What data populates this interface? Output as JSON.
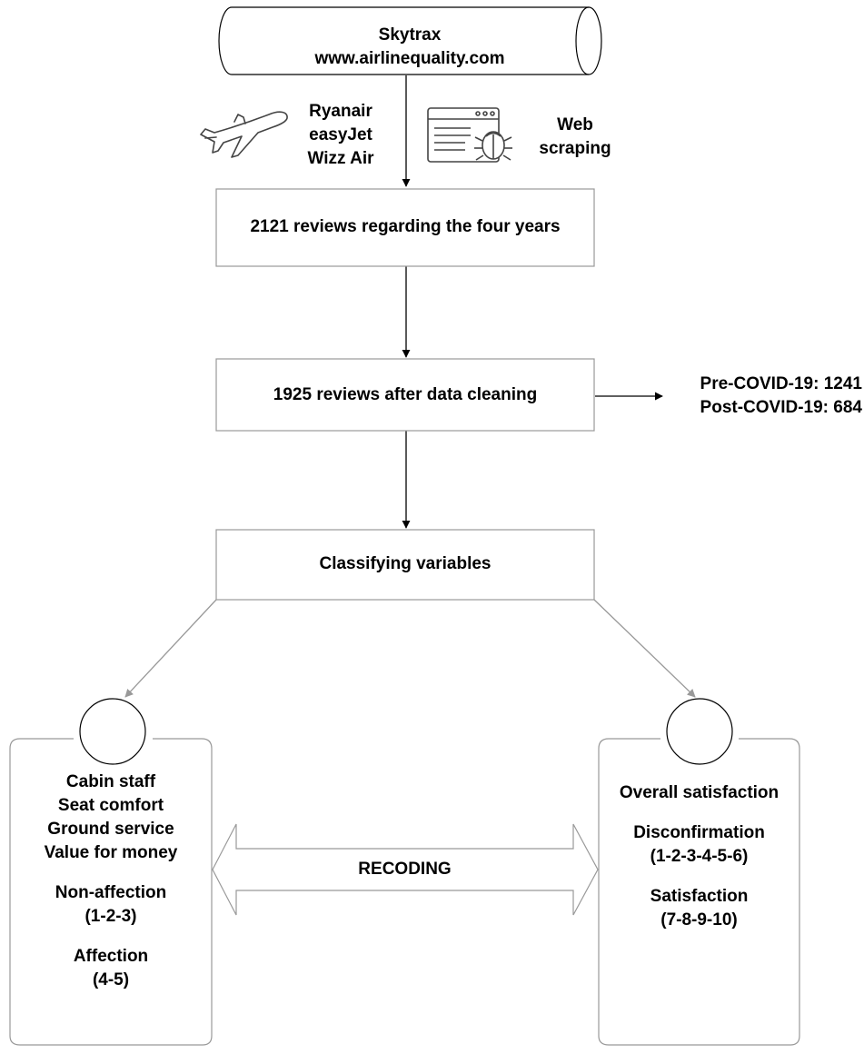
{
  "source": {
    "line1": "Skytrax",
    "line2": "www.airlinequality.com"
  },
  "airlines": [
    "Ryanair",
    "easyJet",
    "Wizz Air"
  ],
  "scraping": {
    "line1": "Web",
    "line2": "scraping"
  },
  "steps": {
    "reviews_total": "2121 reviews regarding the four years",
    "reviews_clean": "1925 reviews after data cleaning",
    "classify": "Classifying variables"
  },
  "split": {
    "pre": "Pre-COVID-19: 1241",
    "post": "Post-COVID-19: 684"
  },
  "left_card": {
    "items": [
      "Cabin staff",
      "Seat comfort",
      "Ground service",
      "Value for money"
    ],
    "group1_label": "Non-affection",
    "group1_range": "(1-2-3)",
    "group2_label": "Affection",
    "group2_range": "(4-5)"
  },
  "right_card": {
    "title": "Overall satisfaction",
    "group1_label": "Disconfirmation",
    "group1_range": "(1-2-3-4-5-6)",
    "group2_label": "Satisfaction",
    "group2_range": "(7-8-9-10)"
  },
  "recode_label": "RECODING",
  "colors": {
    "line": "#000000",
    "connector_gray": "#999999",
    "fill": "#ffffff"
  }
}
